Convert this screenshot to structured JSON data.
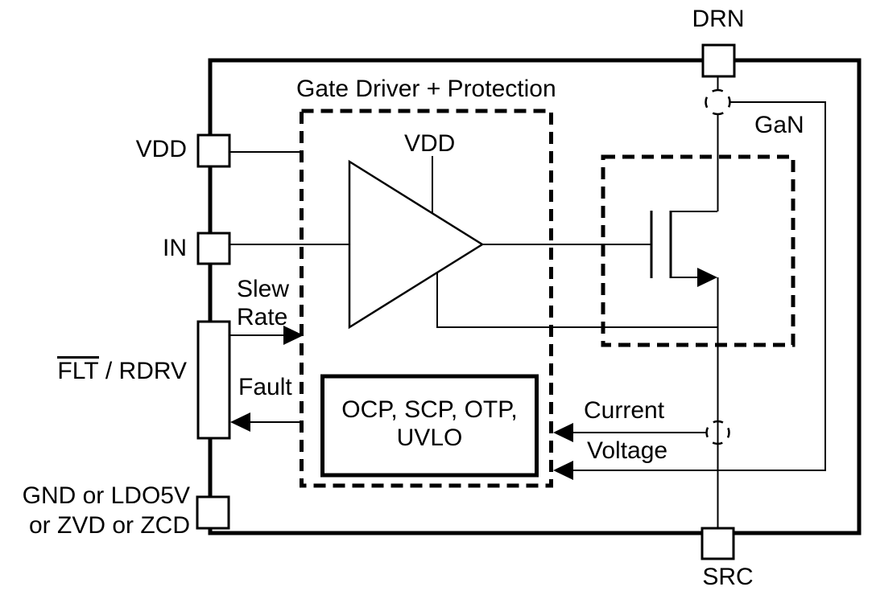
{
  "diagram": {
    "title": "Gate Driver + Protection",
    "blocks": {
      "driver_supply_label": "VDD",
      "protection_line1": "OCP, SCP, OTP,",
      "protection_line2": "UVLO",
      "gan_label": "GaN"
    },
    "pins": {
      "vdd": "VDD",
      "in": "IN",
      "flt_overline": "FLT",
      "flt_rest": "/ RDRV",
      "gnd_line1": "GND or LDO5V",
      "gnd_line2": "or ZVD or ZCD",
      "drn": "DRN",
      "src": "SRC"
    },
    "signals": {
      "slew_line1": "Slew",
      "slew_line2": "Rate",
      "fault": "Fault",
      "current": "Current",
      "voltage": "Voltage"
    },
    "colors": {
      "line": "#000000",
      "background": "#ffffff"
    }
  }
}
